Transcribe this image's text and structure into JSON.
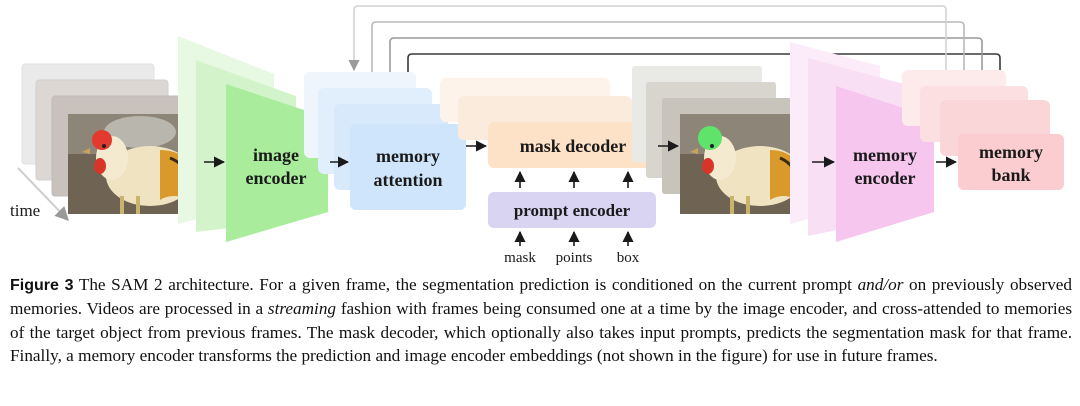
{
  "figure": {
    "time_label": "time",
    "image_encoder_line1": "image",
    "image_encoder_line2": "encoder",
    "memory_attention_line1": "memory",
    "memory_attention_line2": "attention",
    "mask_decoder": "mask decoder",
    "prompt_encoder": "prompt encoder",
    "prompt_mask": "mask",
    "prompt_points": "points",
    "prompt_box": "box",
    "memory_encoder_line1": "memory",
    "memory_encoder_line2": "encoder",
    "memory_bank_line1": "memory",
    "memory_bank_line2": "bank",
    "colors": {
      "image_encoder": "#a8ec9c",
      "memory_attention": "#cfe5fb",
      "mask_decoder": "#fde2c8",
      "prompt_encoder": "#dad4f3",
      "memory_encoder": "#f6c6ee",
      "memory_bank": "#fbcdd0"
    }
  },
  "caption": {
    "label": "Figure 3",
    "text_1": " The SAM 2 architecture. For a given frame, the segmentation prediction is conditioned on the current prompt ",
    "text_2": "and/or",
    "text_3": " on previously observed memories. Videos are processed in a ",
    "text_4": "streaming",
    "text_5": " fashion with frames being consumed one at a time by the image encoder, and cross-attended to memories of the target object from previous frames. The mask decoder, which optionally also takes input prompts, predicts the segmentation mask for that frame. Finally, a memory encoder transforms the prediction and image encoder embeddings (not shown in the figure) for use in future frames."
  }
}
